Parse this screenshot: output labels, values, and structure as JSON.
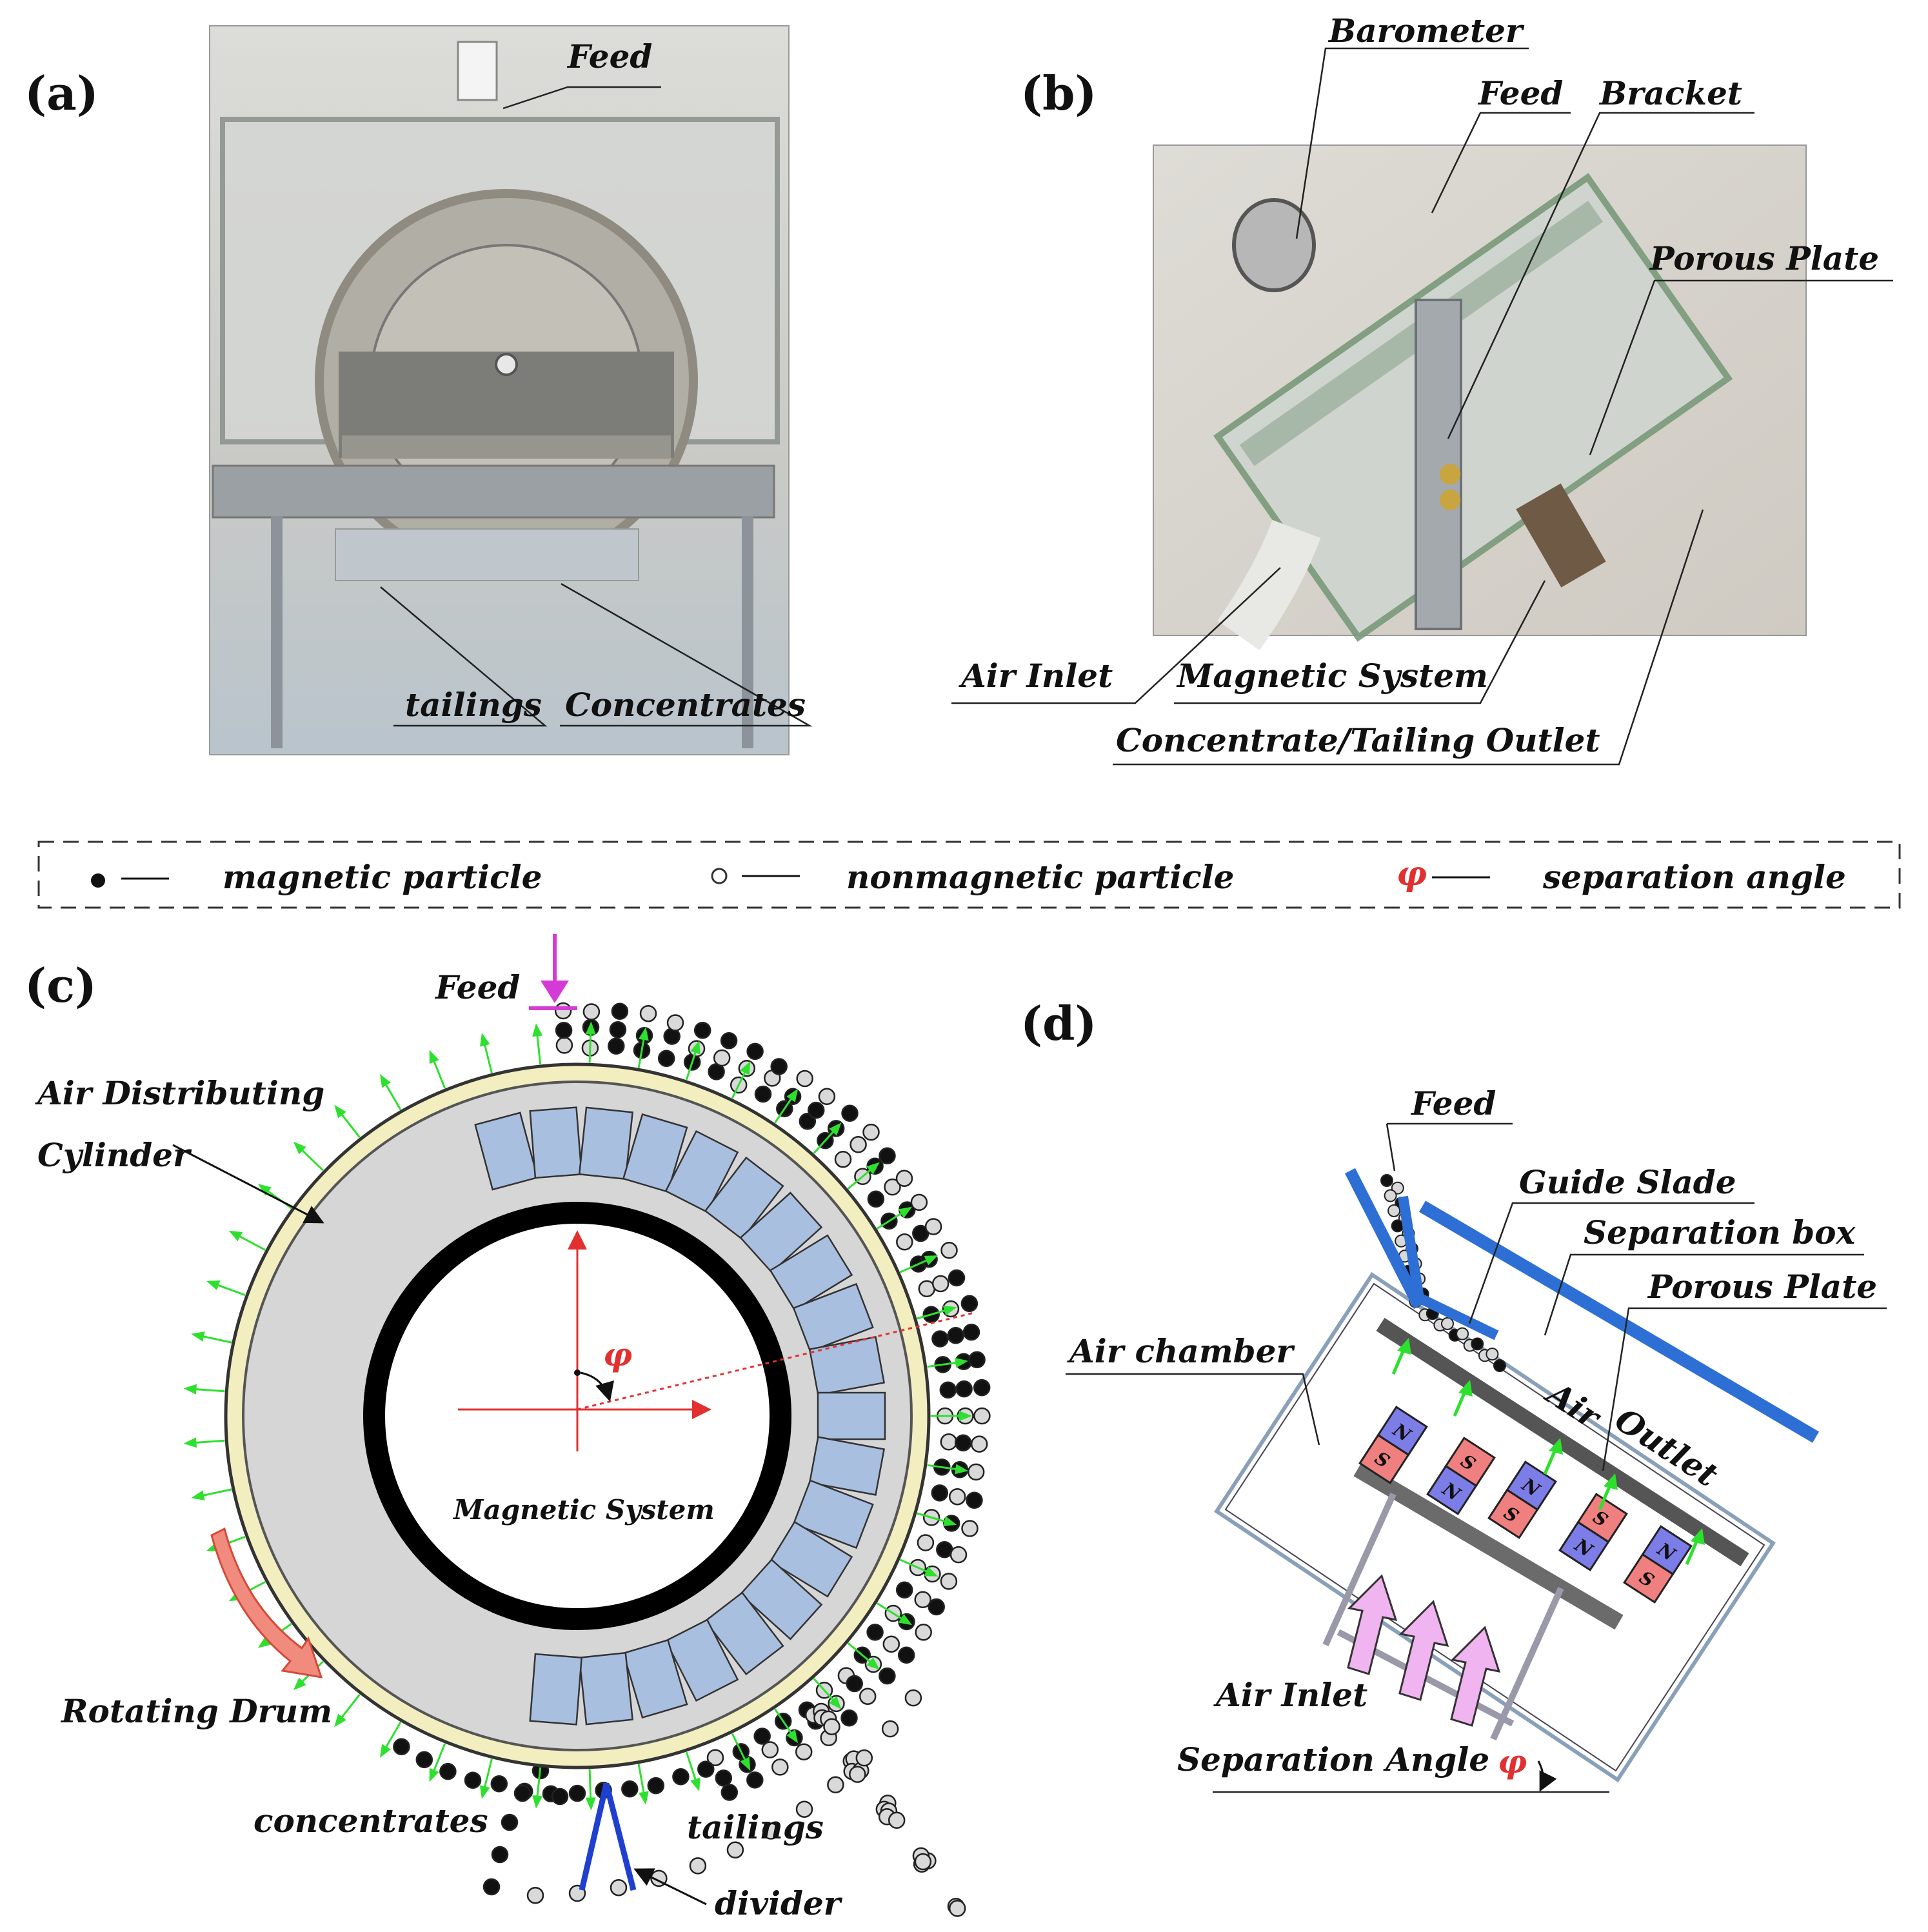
{
  "panels": {
    "a": "(a)",
    "b": "(b)",
    "c": "(c)",
    "d": "(d)"
  },
  "panel_a": {
    "feed": "Feed",
    "tailings": "tailings",
    "concentrates": "Concentrates"
  },
  "panel_b": {
    "barometer": "Barometer",
    "feed": "Feed",
    "bracket": "Bracket",
    "porous_plate": "Porous Plate",
    "air_inlet": "Air Inlet",
    "magnetic_system": "Magnetic System",
    "outlet": "Concentrate/Tailing Outlet"
  },
  "legend": {
    "magnetic": "magnetic particle",
    "nonmagnetic": "nonmagnetic particle",
    "phi_symbol": "φ",
    "separation_angle": "separation angle"
  },
  "panel_c": {
    "feed": "Feed",
    "air_cyl_1": "Air Distributing",
    "air_cyl_2": "Cylinder",
    "phi": "φ",
    "magnetic_system": "Magnetic System",
    "rotating_drum": "Rotating Drum",
    "concentrates": "concentrates",
    "tailings": "tailings",
    "divider": "divider"
  },
  "panel_d": {
    "feed": "Feed",
    "guide_slade": "Guide Slade",
    "separation_box": "Separation box",
    "porous_plate": "Porous Plate",
    "air_chamber": "Air chamber",
    "air_outlet_1": "Air",
    "air_outlet_2": "Outlet",
    "pole_n": "N",
    "pole_s": "S",
    "air_inlet": "Air Inlet",
    "separation_angle": "Separation Angle",
    "phi": "φ"
  },
  "colors": {
    "magnet_block": "#a9bfe0",
    "drum": "#d6d6d6",
    "air_cyl": "#f3eec0",
    "green_arrow": "#2ee02e",
    "red": "#e23030",
    "feed_arrow": "#d63ad6",
    "blue_wall": "#2d6fd4",
    "pole_n": "#7d7de8",
    "pole_s": "#f08080",
    "inlet_arrow": "#f0b4f0"
  }
}
